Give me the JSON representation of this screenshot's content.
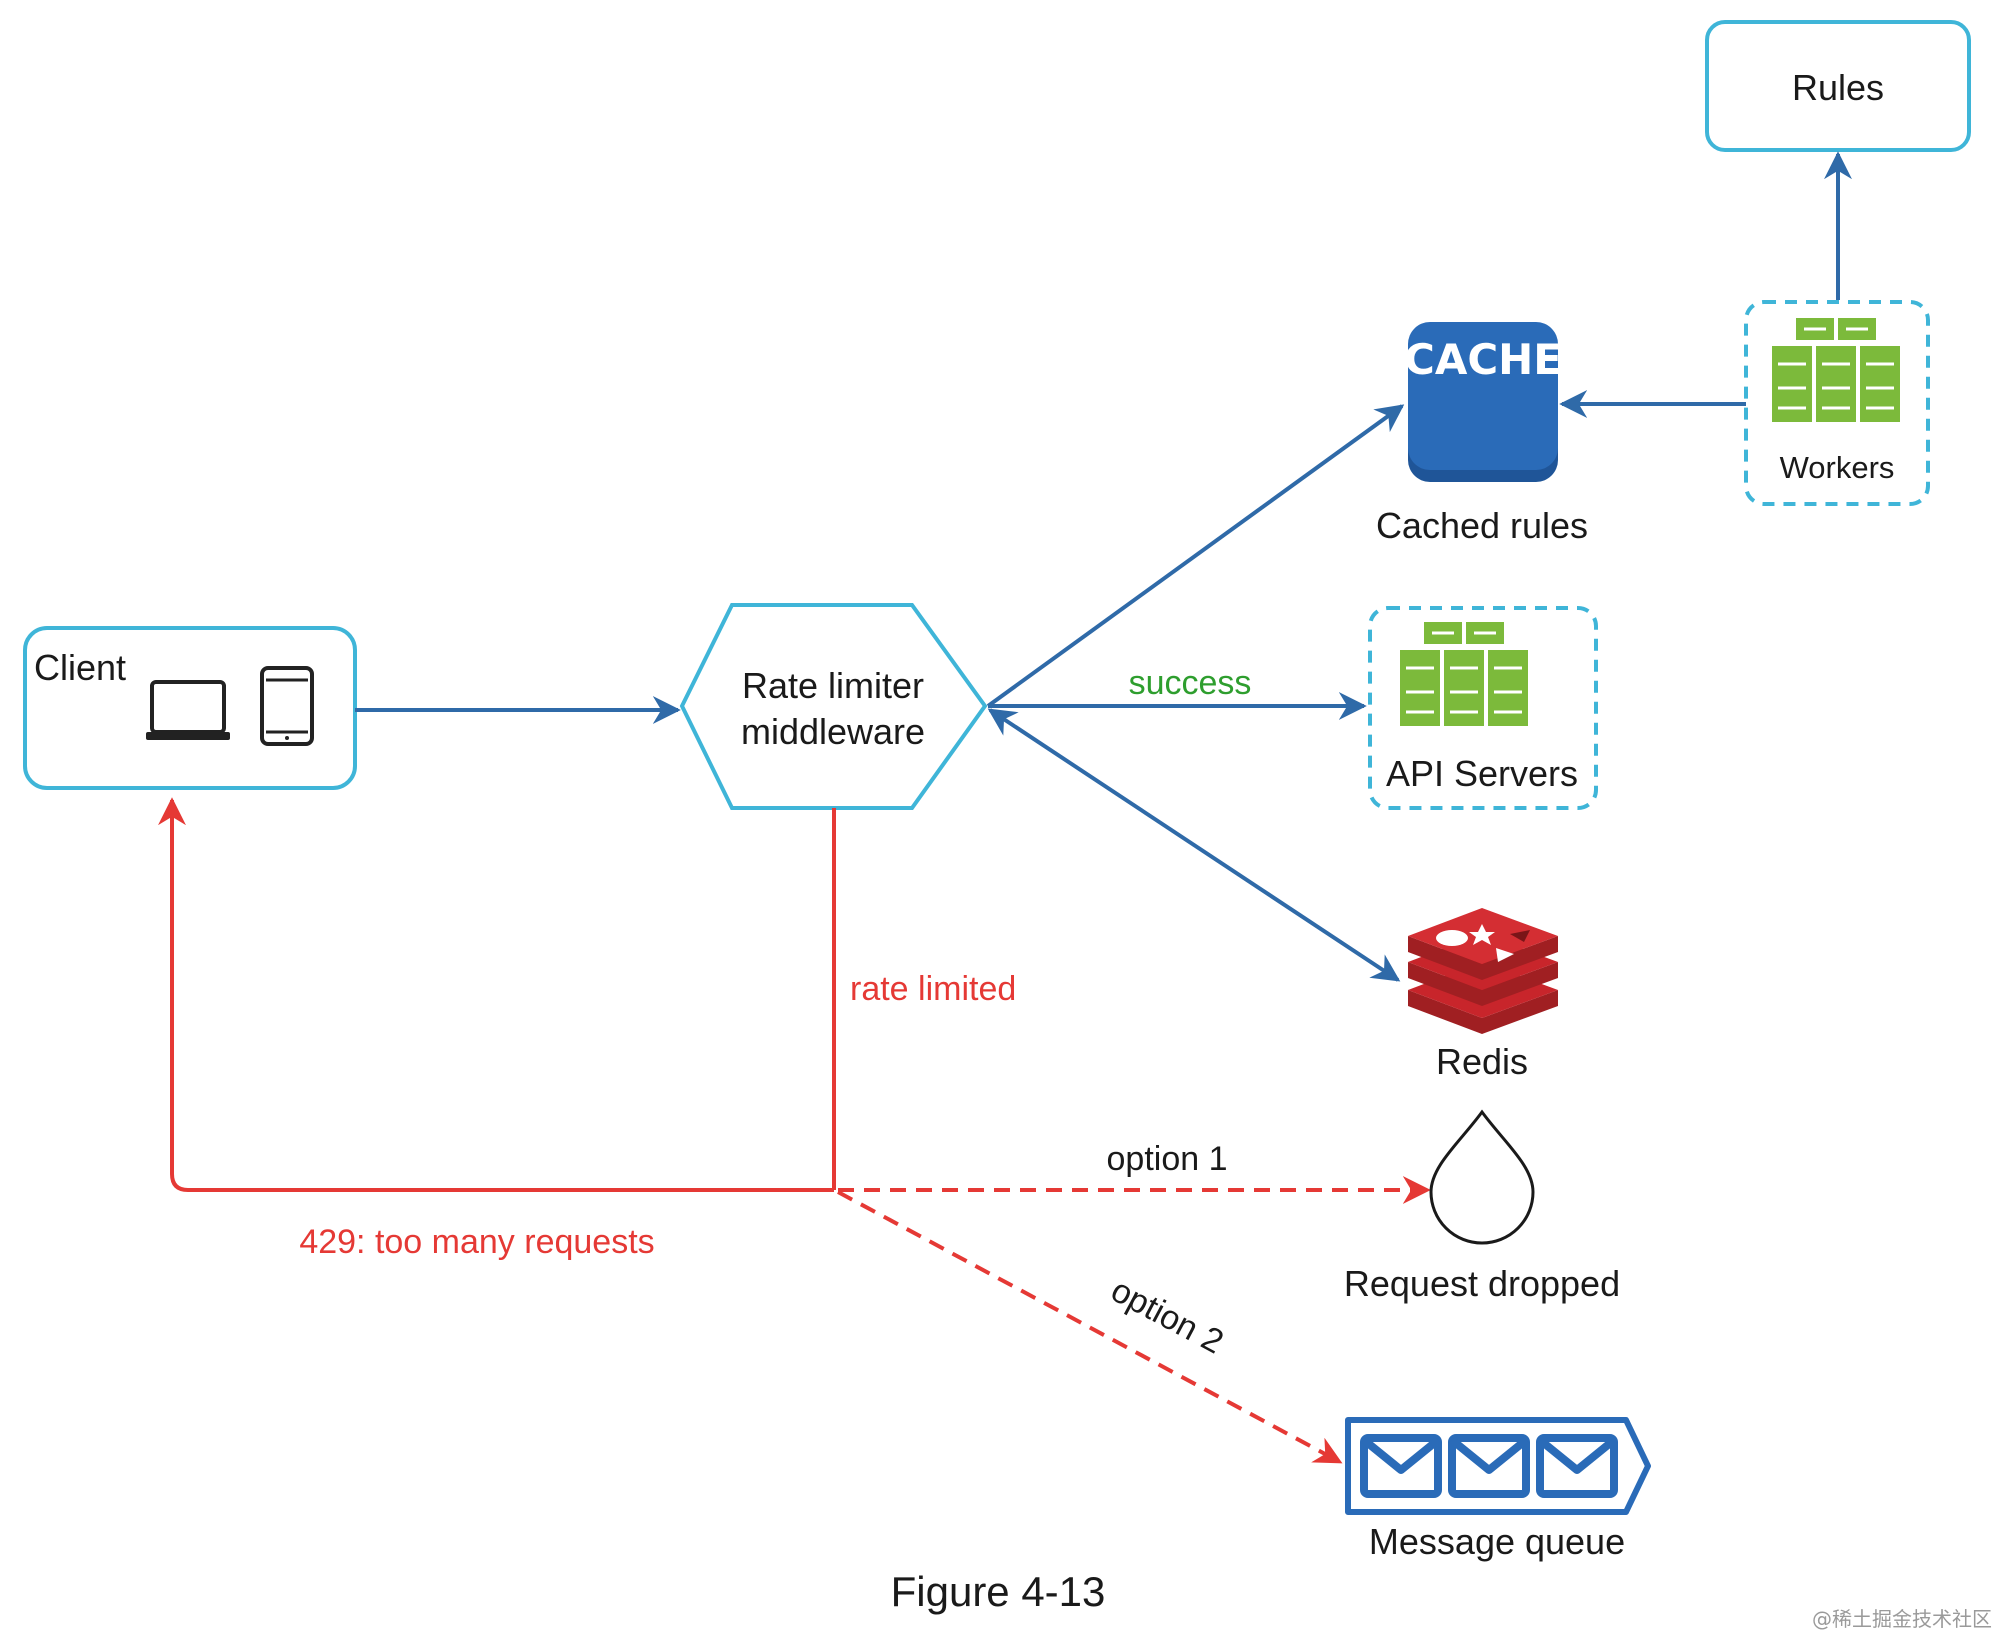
{
  "nodes": {
    "client": "Client",
    "rate_limiter_line1": "Rate limiter",
    "rate_limiter_line2": "middleware",
    "rules": "Rules",
    "cache_icon_text": "CACHE",
    "cached_rules": "Cached rules",
    "workers": "Workers",
    "api_servers": "API Servers",
    "redis": "Redis",
    "request_dropped": "Request dropped",
    "message_queue": "Message queue"
  },
  "edges": {
    "success": "success",
    "rate_limited": "rate limited",
    "too_many_requests": "429: too many requests",
    "option1": "option 1",
    "option2": "option 2"
  },
  "caption": "Figure 4-13",
  "watermark": "@稀土掘金技术社区",
  "icons": {
    "client": [
      "laptop-icon",
      "tablet-icon"
    ],
    "workers": "server-rack-icon",
    "api_servers": "server-rack-icon",
    "cache": "cache-icon",
    "redis": "redis-icon",
    "request_dropped": "drop-icon",
    "message_queue": "envelope-queue-icon"
  },
  "colors": {
    "box_border": "#3fb5d8",
    "flow_arrow": "#2f6aa8",
    "reject_arrow": "#e53935",
    "success_text": "#2e9e2e",
    "server_green": "#7cba3b",
    "cache_blue": "#2a6bb8",
    "redis_red": "#c8252b",
    "queue_blue": "#2a6bb8"
  }
}
